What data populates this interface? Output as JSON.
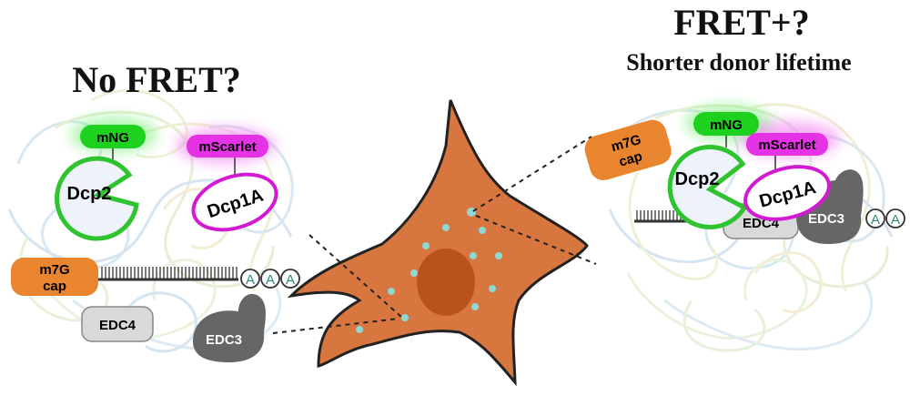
{
  "left_panel": {
    "title": "No FRET?",
    "mng_label": "mNG",
    "mscarlet_label": "mScarlet",
    "dcp2_label": "Dcp2",
    "dcp1a_label": "Dcp1A",
    "cap_line1": "m7G",
    "cap_line2": "cap",
    "poly_a": [
      "A",
      "A",
      "A"
    ],
    "edc4_label": "EDC4",
    "edc3_label": "EDC3"
  },
  "right_panel": {
    "title": "FRET+?",
    "subtitle": "Shorter donor lifetime",
    "mng_label": "mNG",
    "mscarlet_label": "mScarlet",
    "dcp2_label": "Dcp2",
    "dcp1a_label": "Dcp1A",
    "cap_line1": "m7G",
    "cap_line2": "cap",
    "poly_a": [
      "A",
      "A"
    ],
    "edc4_label": "EDC4",
    "edc3_label": "EDC3"
  },
  "colors": {
    "mng": "#1fd11f",
    "mscarlet": "#e532e5",
    "dcp2_outline": "#2fc42f",
    "dcp1a_outline": "#d21ad2",
    "cap": "#e8852e",
    "edc4": "#d9d9d9",
    "edc3": "#666666",
    "cell_body": "#d8763f",
    "nucleus": "#b9521b",
    "granule": "#8fd8d3"
  }
}
